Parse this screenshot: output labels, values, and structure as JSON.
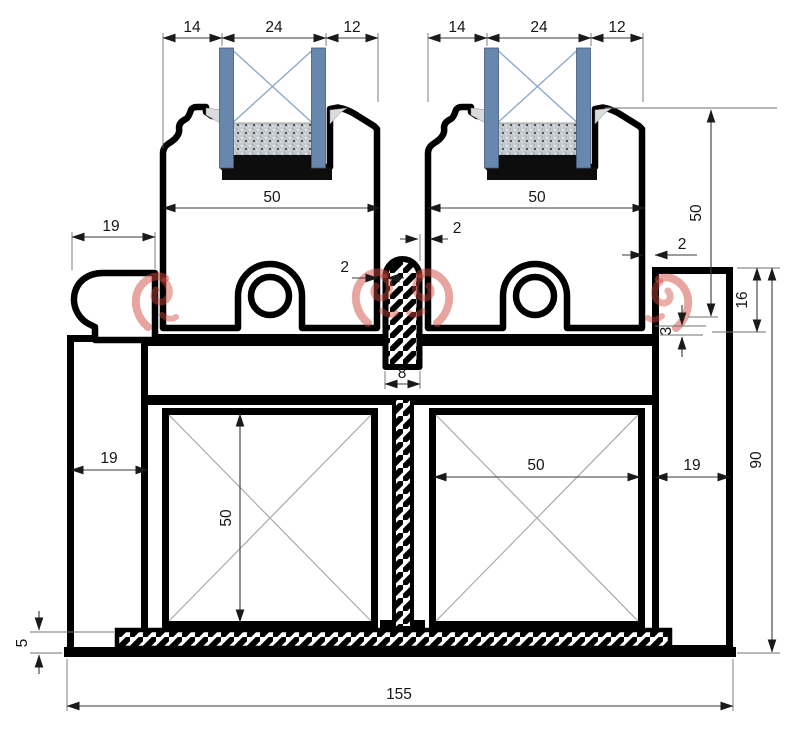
{
  "drawing": {
    "kind": "window-profile-cross-section"
  },
  "dimensions": {
    "left_sash": {
      "bead_left": "14",
      "glazing": "24",
      "bead_right": "12",
      "width": "50"
    },
    "right_sash": {
      "bead_left": "14",
      "glazing": "24",
      "bead_right": "12",
      "width": "50"
    },
    "left_upstand_width": "19",
    "gap_left_sash_to_astragal": "2",
    "gap_astragal_to_right_sash": "2",
    "gap_right_sash_to_jamb": "2",
    "astragal_width": "8",
    "sash_height": "50",
    "right_upstand_height": "16",
    "track_clearance": "3",
    "left_wall_width": "19",
    "right_jamb_width": "19",
    "left_chamber_height": "50",
    "right_chamber_width": "50",
    "frame_height": "90",
    "base_strip_height": "5",
    "overall_width": "155"
  },
  "colors": {
    "outline": "#000000",
    "dimension_line": "#3a3a3a",
    "extension_line": "#707070",
    "glass": "#6787ac",
    "glass_cross": "#8ea9c7",
    "spacer": "#c4c9cd",
    "seal": "#0d0d0d",
    "gasket": "#d9dcde",
    "brush_seal": "#d24a3e",
    "chamber_diagonal": "#a8a8a8"
  }
}
